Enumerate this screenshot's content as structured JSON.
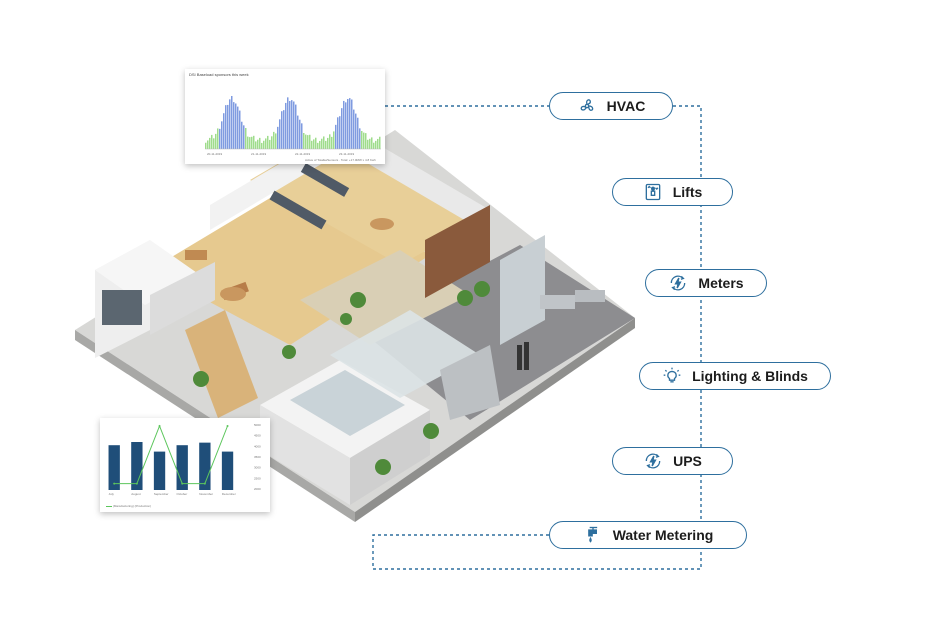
{
  "systems": [
    {
      "label": "HVAC",
      "icon": "fan-icon"
    },
    {
      "label": "Lifts",
      "icon": "elevator-icon"
    },
    {
      "label": "Meters",
      "icon": "meter-bolt-icon"
    },
    {
      "label": "Lighting & Blinds",
      "icon": "light-bulb-icon"
    },
    {
      "label": "UPS",
      "icon": "ups-bolt-icon"
    },
    {
      "label": "Water Metering",
      "icon": "water-tap-icon"
    }
  ],
  "colors": {
    "accent": "#2e6f9e",
    "bar_blue": "#7f9be0",
    "bar_green": "#9fdc8c",
    "navy_bar": "#1f4e79",
    "line_green": "#5cc65c"
  },
  "top_card": {
    "title": "DSI Baseload sponsors this week",
    "x_ticks": [
      "20-11-2019",
      "21-11-2019",
      "22-11-2019",
      "23-11-2019"
    ],
    "legend": "Active of TotalkwSensors · Total: +17.0MW x 4.8 Kwh"
  },
  "bottom_card": {
    "categories": [
      "July",
      "August",
      "September",
      "October",
      "November",
      "December"
    ],
    "bar_values": [
      7,
      7.5,
      6,
      7,
      7.4,
      6
    ],
    "line_values": [
      1,
      1,
      10,
      1,
      1,
      10
    ],
    "y_ticks": [
      "5000",
      "4500",
      "4000",
      "3500",
      "3000",
      "2500",
      "2000"
    ],
    "legend": "(Manufacturing) (Production)"
  }
}
